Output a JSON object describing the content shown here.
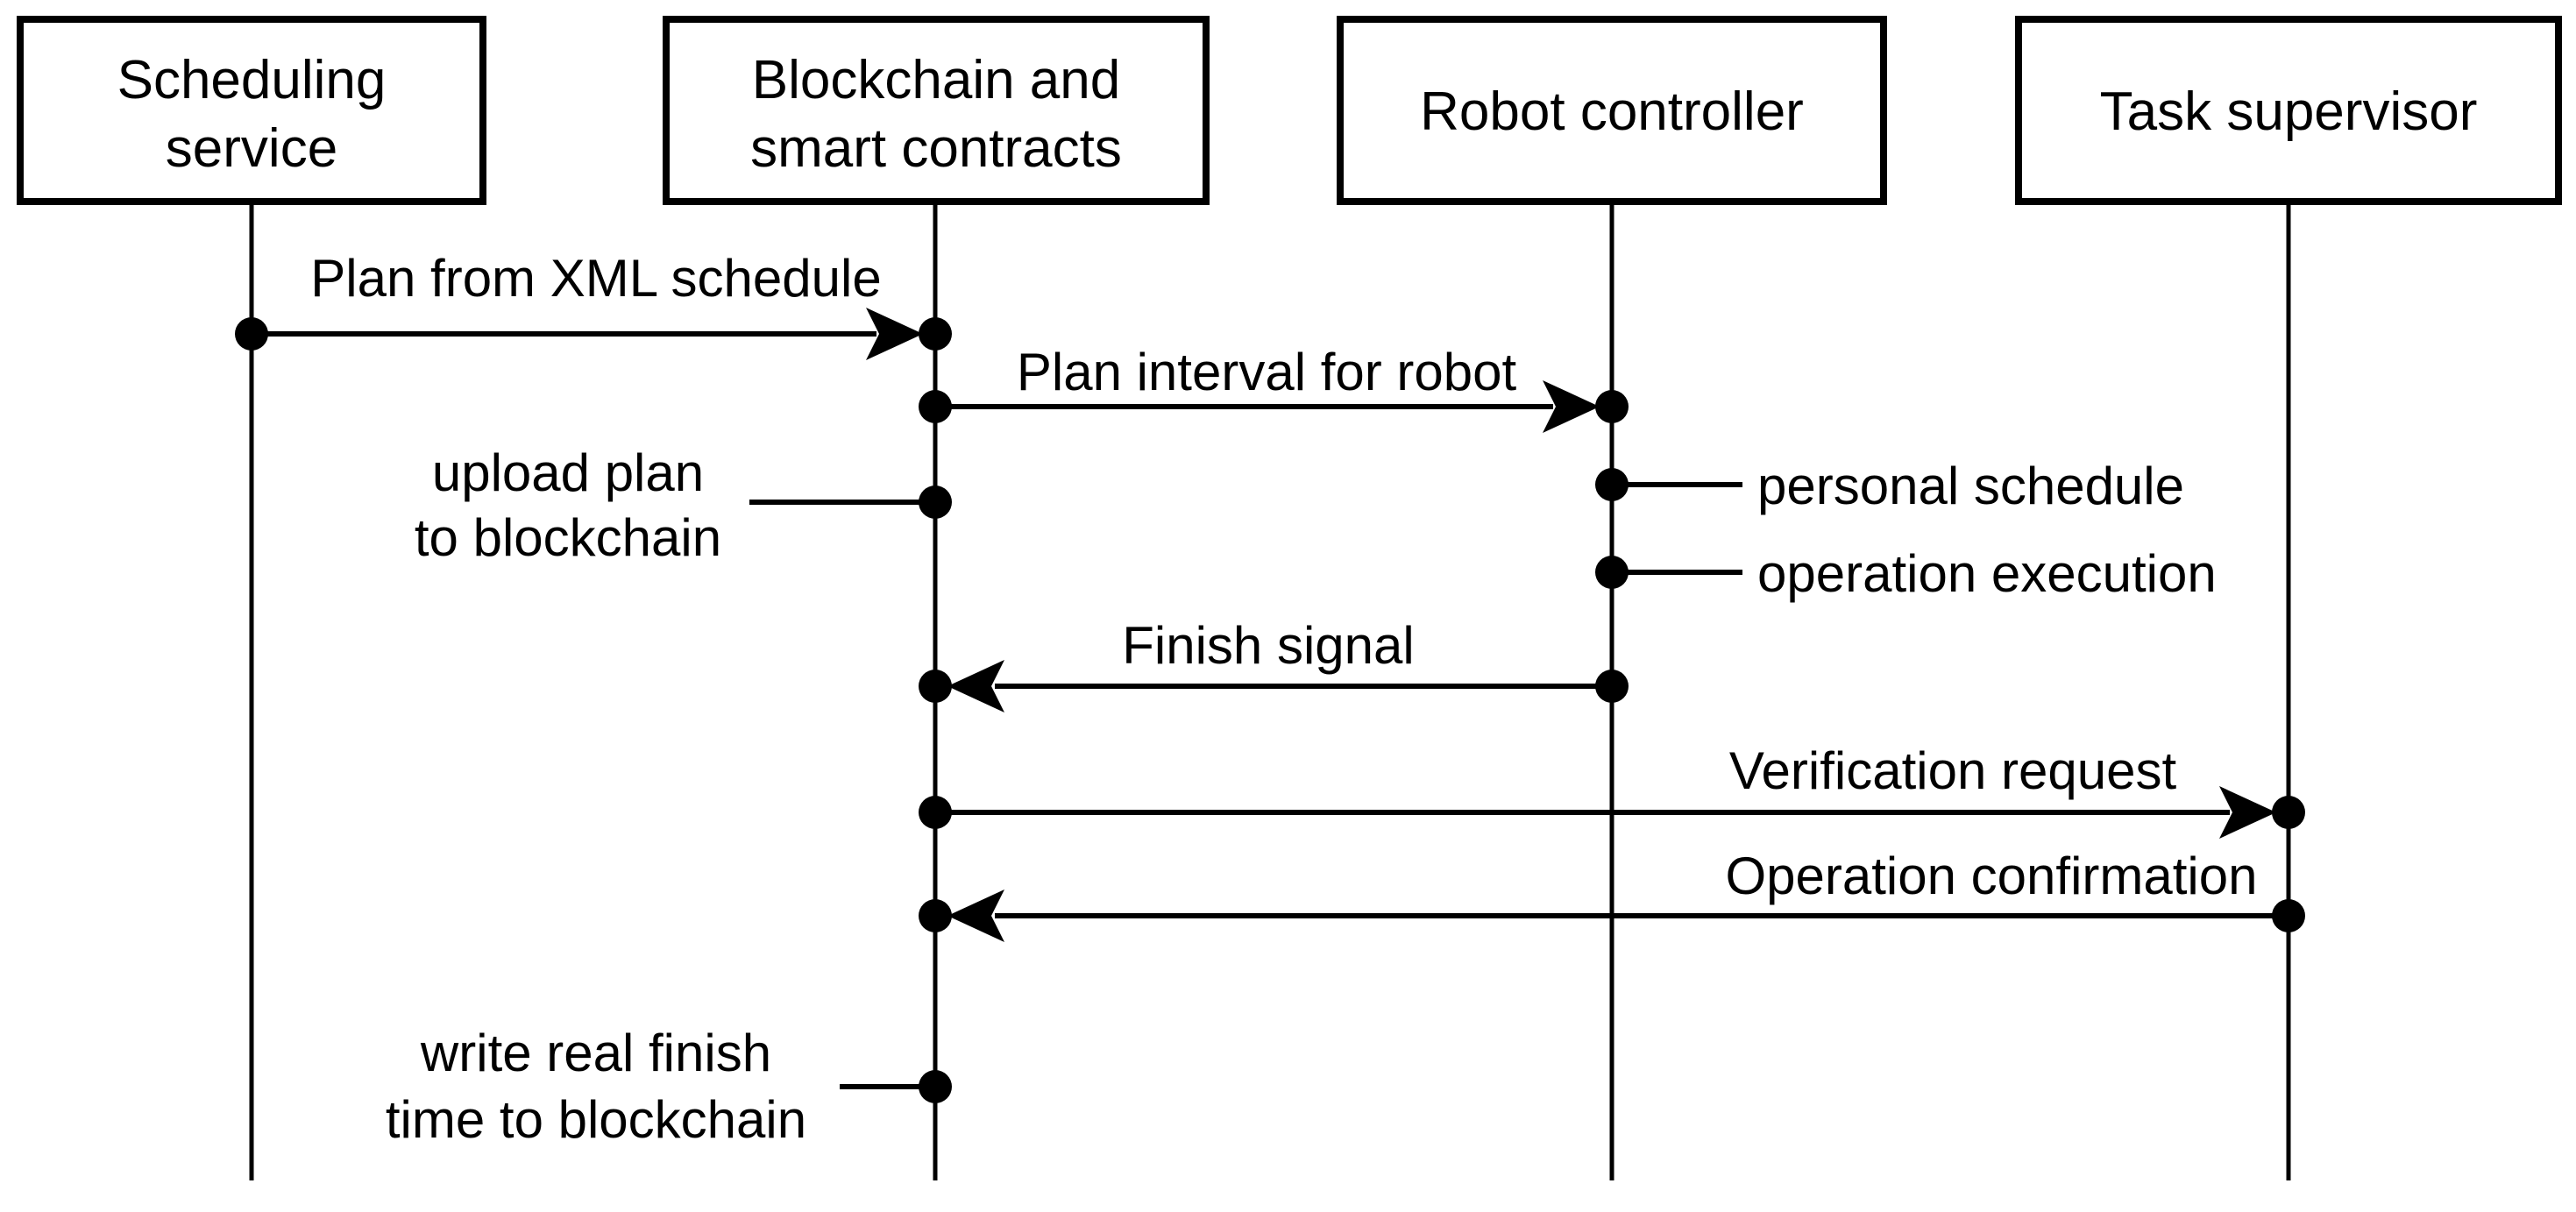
{
  "diagram": {
    "type": "sequence-diagram",
    "colors": {
      "ink": "#000000",
      "background": "#ffffff"
    },
    "actors": [
      {
        "id": "scheduling-service",
        "lines": [
          "Scheduling",
          "service"
        ]
      },
      {
        "id": "blockchain-smart-contracts",
        "lines": [
          "Blockchain and",
          "smart contracts"
        ]
      },
      {
        "id": "robot-controller",
        "lines": [
          "Robot controller"
        ]
      },
      {
        "id": "task-supervisor",
        "lines": [
          "Task supervisor"
        ]
      }
    ],
    "messages": [
      {
        "label": "Plan from XML schedule",
        "from": "Scheduling service",
        "to": "Blockchain and smart contracts",
        "kind": "arrow"
      },
      {
        "label": "Plan interval for robot",
        "from": "Blockchain and smart contracts",
        "to": "Robot controller",
        "kind": "arrow"
      },
      {
        "label_lines": [
          "upload plan",
          "to blockchain"
        ],
        "lifeline": "Blockchain and smart contracts",
        "kind": "annotation"
      },
      {
        "label": "personal schedule",
        "lifeline": "Robot controller",
        "kind": "annotation"
      },
      {
        "label": "operation execution",
        "lifeline": "Robot controller",
        "kind": "annotation"
      },
      {
        "label": "Finish signal",
        "from": "Robot controller",
        "to": "Blockchain and smart contracts",
        "kind": "arrow"
      },
      {
        "label": "Verification request",
        "from": "Blockchain and smart contracts",
        "to": "Task supervisor",
        "kind": "arrow"
      },
      {
        "label": "Operation confirmation",
        "from": "Task supervisor",
        "to": "Blockchain and smart contracts",
        "kind": "arrow"
      },
      {
        "label_lines": [
          "write real finish",
          "time to blockchain"
        ],
        "lifeline": "Blockchain and smart contracts",
        "kind": "annotation"
      }
    ]
  }
}
